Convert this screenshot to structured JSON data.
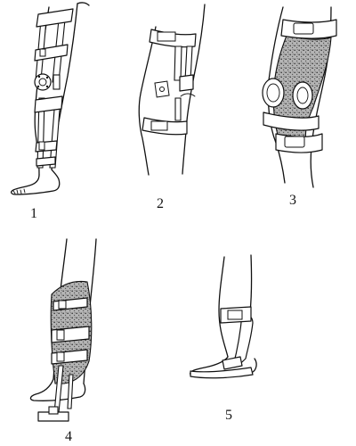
{
  "figure_labels": [
    "1",
    "2",
    "3",
    "4",
    "5"
  ],
  "colors": {
    "ink": "#111111",
    "background": "#ffffff",
    "padding_gray": "#8a8a8a"
  }
}
